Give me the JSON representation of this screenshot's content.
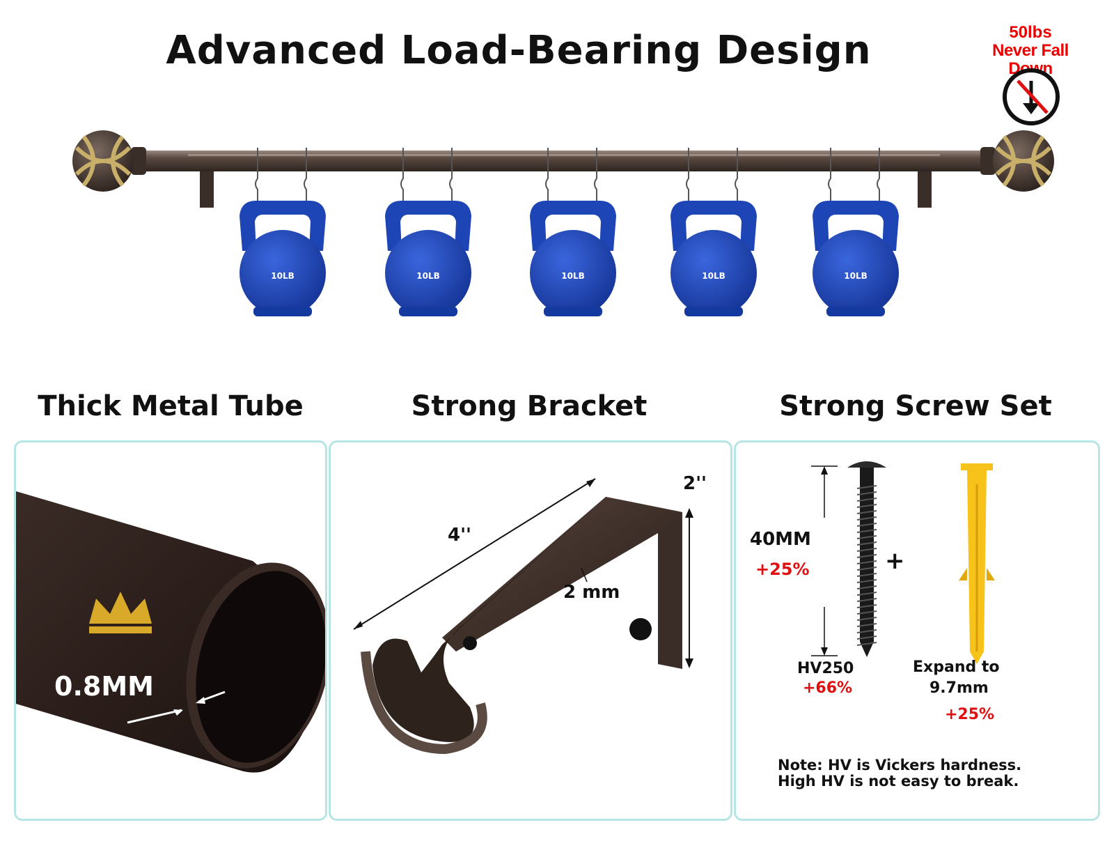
{
  "header": {
    "title": "Advanced Load-Bearing Design",
    "badge_line1": "50lbs",
    "badge_line2": "Never Fall Down"
  },
  "kettlebells": [
    {
      "label": "10LB"
    },
    {
      "label": "10LB"
    },
    {
      "label": "10LB"
    },
    {
      "label": "10LB"
    },
    {
      "label": "10LB"
    }
  ],
  "sections": [
    {
      "title": "Thick Metal Tube",
      "thickness": "0.8MM"
    },
    {
      "title": "Strong Bracket",
      "length": "4''",
      "height": "2''",
      "gauge": "2 mm"
    },
    {
      "title": "Strong Screw Set",
      "screw_length": "40MM",
      "screw_length_gain": "+25%",
      "plus": "+",
      "hardness": "HV250",
      "hardness_gain": "+66%",
      "anchor_line1": "Expand to",
      "anchor_line2": "9.7mm",
      "anchor_gain": "+25%",
      "note_line1": "Note: HV is Vickers hardness.",
      "note_line2": "High HV is not easy to break."
    }
  ],
  "colors": {
    "rod": "#4a3a32",
    "kettlebell": "#1f46b8",
    "panel_border": "#b7e4e4",
    "accent_red": "#e01010",
    "anchor": "#f7c21a"
  }
}
